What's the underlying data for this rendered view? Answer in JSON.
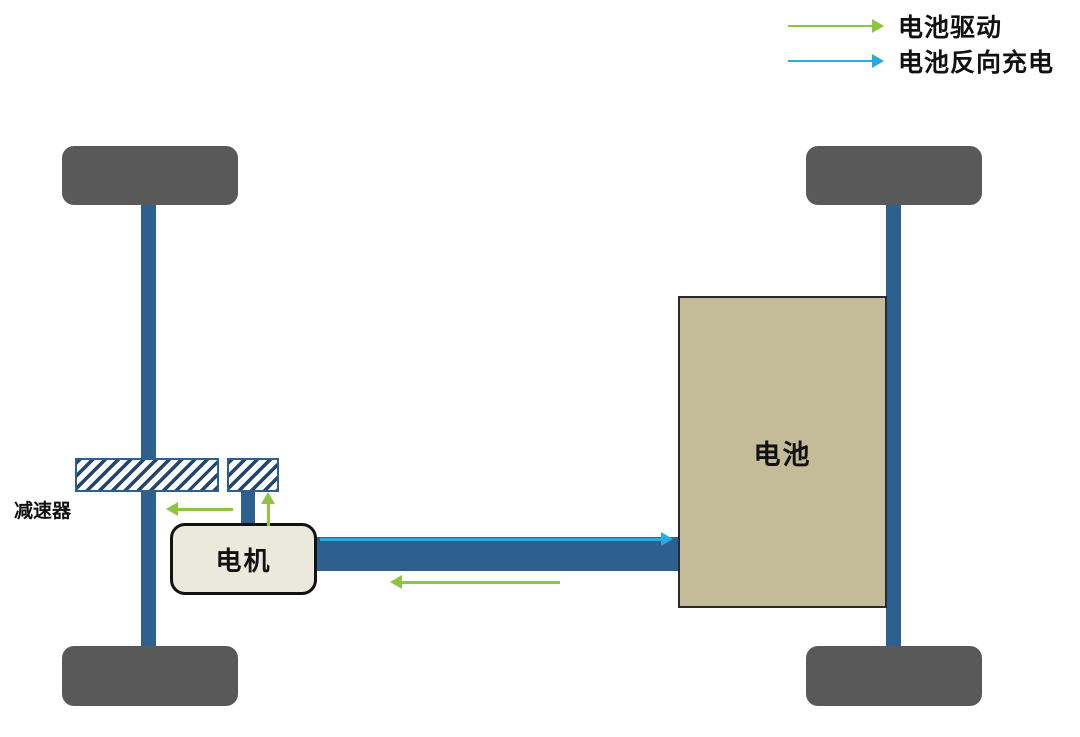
{
  "legend": {
    "items": [
      {
        "label": "电池驱动",
        "icon": "green-right-arrow",
        "color": "#8cc63f"
      },
      {
        "label": "电池反向充电",
        "icon": "blue-right-arrow",
        "color": "#29abe2"
      }
    ]
  },
  "components": {
    "battery_label": "电池",
    "motor_label": "电机",
    "reducer_label": "减速器"
  },
  "colors": {
    "axle": "#2e608f",
    "wheel": "#595959",
    "battery-fill": "#c4bb99",
    "battery-border": "#2b2b2b",
    "motor-fill": "#ebe8dc",
    "motor-border": "#121212",
    "hatch": "#24456e",
    "hatch-border": "#2e608f",
    "drive-green": "#8cc63f",
    "charge-blue": "#29abe2",
    "text": "#111111"
  }
}
